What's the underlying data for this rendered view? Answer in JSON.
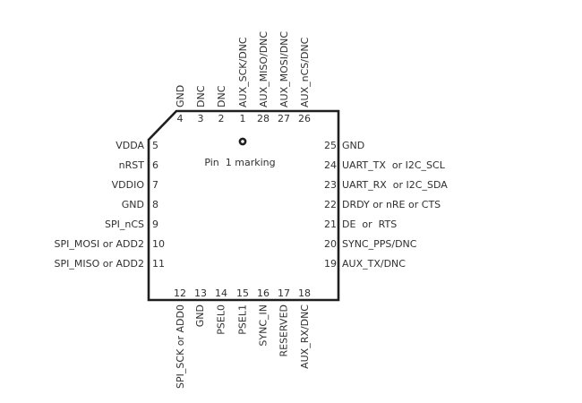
{
  "diagram": {
    "kind": "ic-package-pinout",
    "center_annotation": "Pin  1 marking"
  },
  "colors": {
    "background": "#ffffff",
    "line": "#1f1f1f",
    "text": "#303030"
  },
  "pins": {
    "top": [
      {
        "num": "4",
        "label": "GND"
      },
      {
        "num": "3",
        "label": "DNC"
      },
      {
        "num": "2",
        "label": "DNC"
      },
      {
        "num": "1",
        "label": "AUX_SCK/DNC"
      },
      {
        "num": "28",
        "label": "AUX_MISO/DNC"
      },
      {
        "num": "27",
        "label": "AUX_MOSI/DNC"
      },
      {
        "num": "26",
        "label": "AUX_nCS/DNC"
      }
    ],
    "left": [
      {
        "num": "5",
        "label": "VDDA"
      },
      {
        "num": "6",
        "label": "nRST"
      },
      {
        "num": "7",
        "label": "VDDIO"
      },
      {
        "num": "8",
        "label": "GND"
      },
      {
        "num": "9",
        "label": "SPI_nCS"
      },
      {
        "num": "10",
        "label": "SPI_MOSI or ADD2"
      },
      {
        "num": "11",
        "label": "SPI_MISO or ADD2"
      }
    ],
    "right": [
      {
        "num": "25",
        "label": "GND"
      },
      {
        "num": "24",
        "label": "UART_TX  or I2C_SCL"
      },
      {
        "num": "23",
        "label": "UART_RX  or I2C_SDA"
      },
      {
        "num": "22",
        "label": "DRDY or nRE or CTS"
      },
      {
        "num": "21",
        "label": "DE  or  RTS"
      },
      {
        "num": "20",
        "label": "SYNC_PPS/DNC"
      },
      {
        "num": "19",
        "label": "AUX_TX/DNC"
      }
    ],
    "bottom": [
      {
        "num": "12",
        "label": "SPI_SCK or ADD0"
      },
      {
        "num": "13",
        "label": "GND"
      },
      {
        "num": "14",
        "label": "PSEL0"
      },
      {
        "num": "15",
        "label": "PSEL1"
      },
      {
        "num": "16",
        "label": "SYNC_IN"
      },
      {
        "num": "17",
        "label": "RESERVED"
      },
      {
        "num": "18",
        "label": "AUX_RX/DNC"
      }
    ]
  }
}
